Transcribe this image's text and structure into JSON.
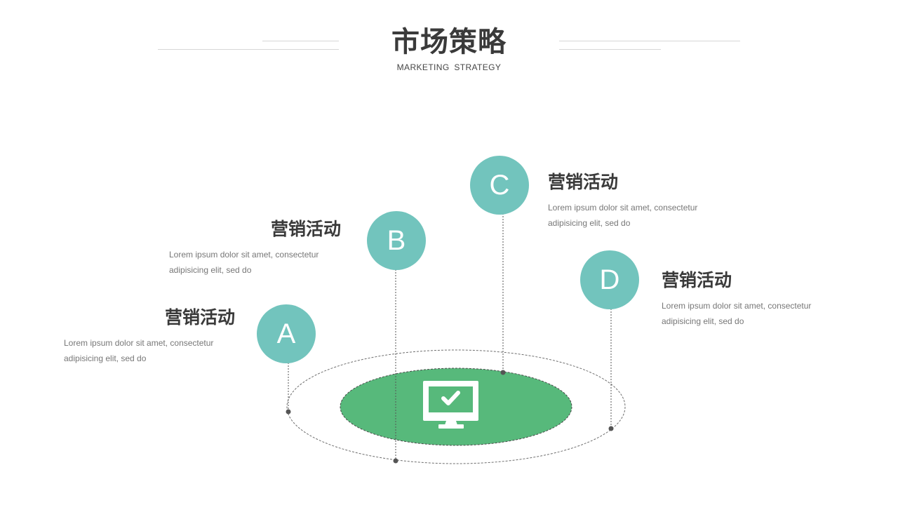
{
  "header": {
    "title": "市场策略",
    "subtitle": "MARKETING  STRATEGY"
  },
  "colors": {
    "accent": "#72c4bd",
    "platform": "#57b97b",
    "text_dark": "#3a3a3a",
    "text_muted": "#777777"
  },
  "center_icon": "monitor-check-icon",
  "items": [
    {
      "letter": "A",
      "title": "营销活动",
      "desc_line1": "Lorem ipsum dolor sit amet, consectetur",
      "desc_line2": "adipisicing elit, sed do"
    },
    {
      "letter": "B",
      "title": "营销活动",
      "desc_line1": "Lorem ipsum dolor sit amet, consectetur",
      "desc_line2": "adipisicing elit, sed do"
    },
    {
      "letter": "C",
      "title": "营销活动",
      "desc_line1": "Lorem ipsum dolor sit amet, consectetur",
      "desc_line2": "adipisicing elit, sed do"
    },
    {
      "letter": "D",
      "title": "营销活动",
      "desc_line1": "Lorem ipsum dolor sit amet, consectetur",
      "desc_line2": "adipisicing elit, sed do"
    }
  ]
}
